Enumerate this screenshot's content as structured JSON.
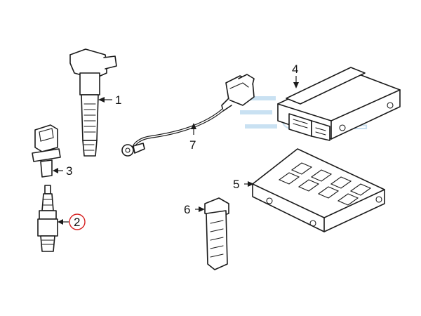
{
  "callouts": [
    {
      "id": "1",
      "label": "1"
    },
    {
      "id": "2",
      "label": "2"
    },
    {
      "id": "3",
      "label": "3"
    },
    {
      "id": "4",
      "label": "4"
    },
    {
      "id": "5",
      "label": "5"
    },
    {
      "id": "6",
      "label": "6"
    },
    {
      "id": "7",
      "label": "7"
    }
  ],
  "highlight": {
    "callout": "2",
    "color": "#d62020"
  },
  "watermark": {
    "text": "SOL",
    "color": "#9ec9e8"
  }
}
